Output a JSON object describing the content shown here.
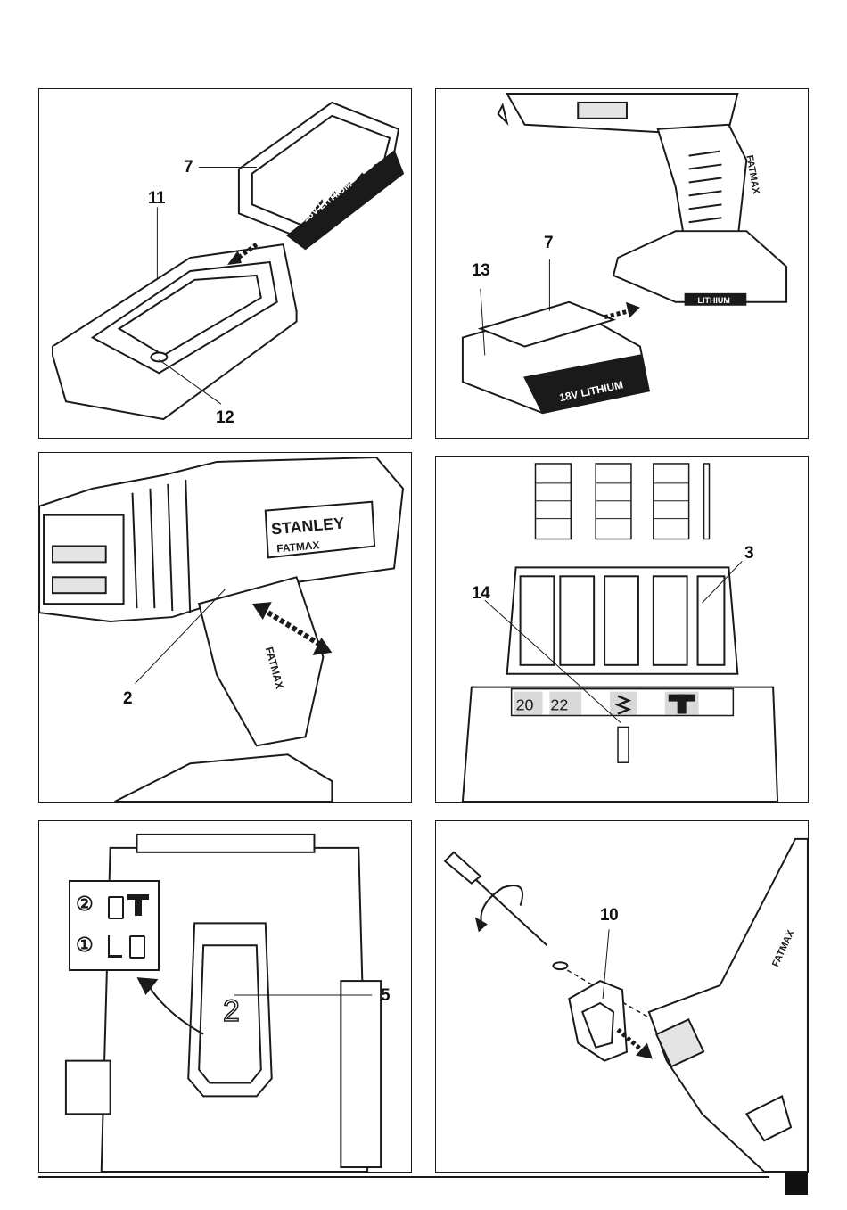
{
  "panels": [
    {
      "id": "battery-charger",
      "callouts": [
        {
          "label": "7"
        },
        {
          "label": "11"
        },
        {
          "label": "12"
        }
      ],
      "battery_text": "18V LITHIUM"
    },
    {
      "id": "battery-insert",
      "callouts": [
        {
          "label": "13"
        },
        {
          "label": "7"
        }
      ],
      "battery_text": "18V LITHIUM",
      "tool_text": "LITHIUM",
      "handle_text": "FATMAX"
    },
    {
      "id": "direction-switch",
      "callouts": [
        {
          "label": "2"
        }
      ],
      "brand_text": "STANLEY",
      "model_text": "FATMAX",
      "handle_text": "FATMAX"
    },
    {
      "id": "torque-collar",
      "callouts": [
        {
          "label": "3"
        },
        {
          "label": "14"
        }
      ],
      "scale_labels": [
        "20",
        "22"
      ]
    },
    {
      "id": "gear-selector",
      "callouts": [
        {
          "label": "5"
        }
      ],
      "legend": [
        {
          "number": "②"
        },
        {
          "number": "①"
        }
      ],
      "slider_value": "2"
    },
    {
      "id": "belt-clip",
      "callouts": [
        {
          "label": "10"
        }
      ],
      "handle_text": "FATMAX"
    }
  ],
  "colors": {
    "ink": "#1a1a1a",
    "paper": "#ffffff",
    "shade": "#d9d9d9"
  }
}
